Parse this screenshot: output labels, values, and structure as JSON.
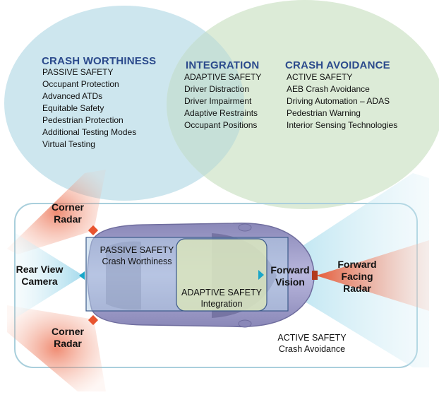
{
  "venn": {
    "left": {
      "title": "CRASH WORTHINESS",
      "items": [
        "PASSIVE SAFETY",
        "Occupant Protection",
        "Advanced ATDs",
        "Equitable Safety",
        "Pedestrian Protection",
        "Additional Testing Modes",
        "Virtual Testing"
      ]
    },
    "center": {
      "title": "INTEGRATION",
      "items": [
        "ADAPTIVE SAFETY",
        "Driver Distraction",
        "Driver Impairment",
        "Adaptive Restraints",
        "Occupant Positions"
      ]
    },
    "right": {
      "title": "CRASH AVOIDANCE",
      "items": [
        "ACTIVE SAFETY",
        "AEB Crash Avoidance",
        "Driving Automation – ADAS",
        "Pedestrian Warning",
        "Interior Sensing Technologies"
      ]
    }
  },
  "sensors": {
    "corner_radar_top": [
      "Corner",
      "Radar"
    ],
    "corner_radar_bottom": [
      "Corner",
      "Radar"
    ],
    "rear_view_camera": [
      "Rear View",
      "Camera"
    ],
    "forward_vision": [
      "Forward",
      "Vision"
    ],
    "forward_facing_radar": [
      "Forward",
      "Facing",
      "Radar"
    ]
  },
  "zones": {
    "passive": [
      "PASSIVE SAFETY",
      "Crash Worthiness"
    ],
    "adaptive": [
      "ADAPTIVE SAFETY",
      "Integration"
    ],
    "active": [
      "ACTIVE SAFETY",
      "Crash Avoidance"
    ]
  },
  "colors": {
    "left_circle": "#cde6ee",
    "right_circle": "#dcebd7",
    "overlap": "#c6e0d8",
    "heading_blue": "#2b4a8c",
    "radar_red": "#e8542f",
    "camera_cyan": "#1aa6c8",
    "car_body": "#a8a6cf",
    "frame_stroke": "#a9cfdc"
  }
}
